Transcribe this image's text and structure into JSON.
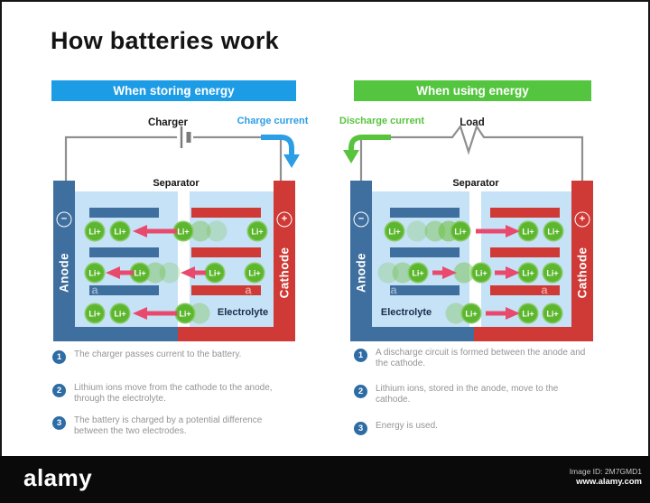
{
  "title": "How batteries work",
  "watermark_letter": "a",
  "ion_label": "Li+",
  "left_panel": {
    "header_label": "When storing energy",
    "component_label": "Charger",
    "current_label": "Charge current",
    "separator_label": "Separator",
    "electrolyte_label": "Electrolyte",
    "anode_label": "Anode",
    "cathode_label": "Cathode",
    "minus_sign": "−",
    "plus_sign": "+",
    "steps": [
      {
        "num": "1",
        "text": "The charger passes current to the battery."
      },
      {
        "num": "2",
        "text": "Lithium ions move from the cathode to the anode, through the electrolyte."
      },
      {
        "num": "3",
        "text": "The battery is charged by a potential difference between the two electrodes."
      }
    ]
  },
  "right_panel": {
    "header_label": "When using energy",
    "component_label": "Load",
    "current_label": "Discharge current",
    "separator_label": "Separator",
    "electrolyte_label": "Electrolyte",
    "anode_label": "Anode",
    "cathode_label": "Cathode",
    "minus_sign": "−",
    "plus_sign": "+",
    "steps": [
      {
        "num": "1",
        "text": "A discharge circuit is formed between the anode and the cathode."
      },
      {
        "num": "2",
        "text": "Lithium ions, stored in the anode, move to the cathode."
      },
      {
        "num": "3",
        "text": "Energy is used."
      }
    ]
  },
  "footer": {
    "logo": "alamy",
    "image_id": "Image ID: 2M7GMD1",
    "website": "www.alamy.com"
  },
  "colors": {
    "storing_header_blue": "#1d9ce6",
    "using_header_green": "#53c53e",
    "anode_blue": "#3f6f9f",
    "cathode_red": "#d03a36",
    "electrolyte_fill": "#c6e2f6",
    "ion_green": "#5cb72f",
    "ion_arrow_pink": "#e84a6e",
    "charge_current_blue": "#2b9ee5",
    "discharge_current_green": "#58c33d",
    "step_circle_blue": "#2d6ca4",
    "wire_gray": "#8f8f8f"
  }
}
